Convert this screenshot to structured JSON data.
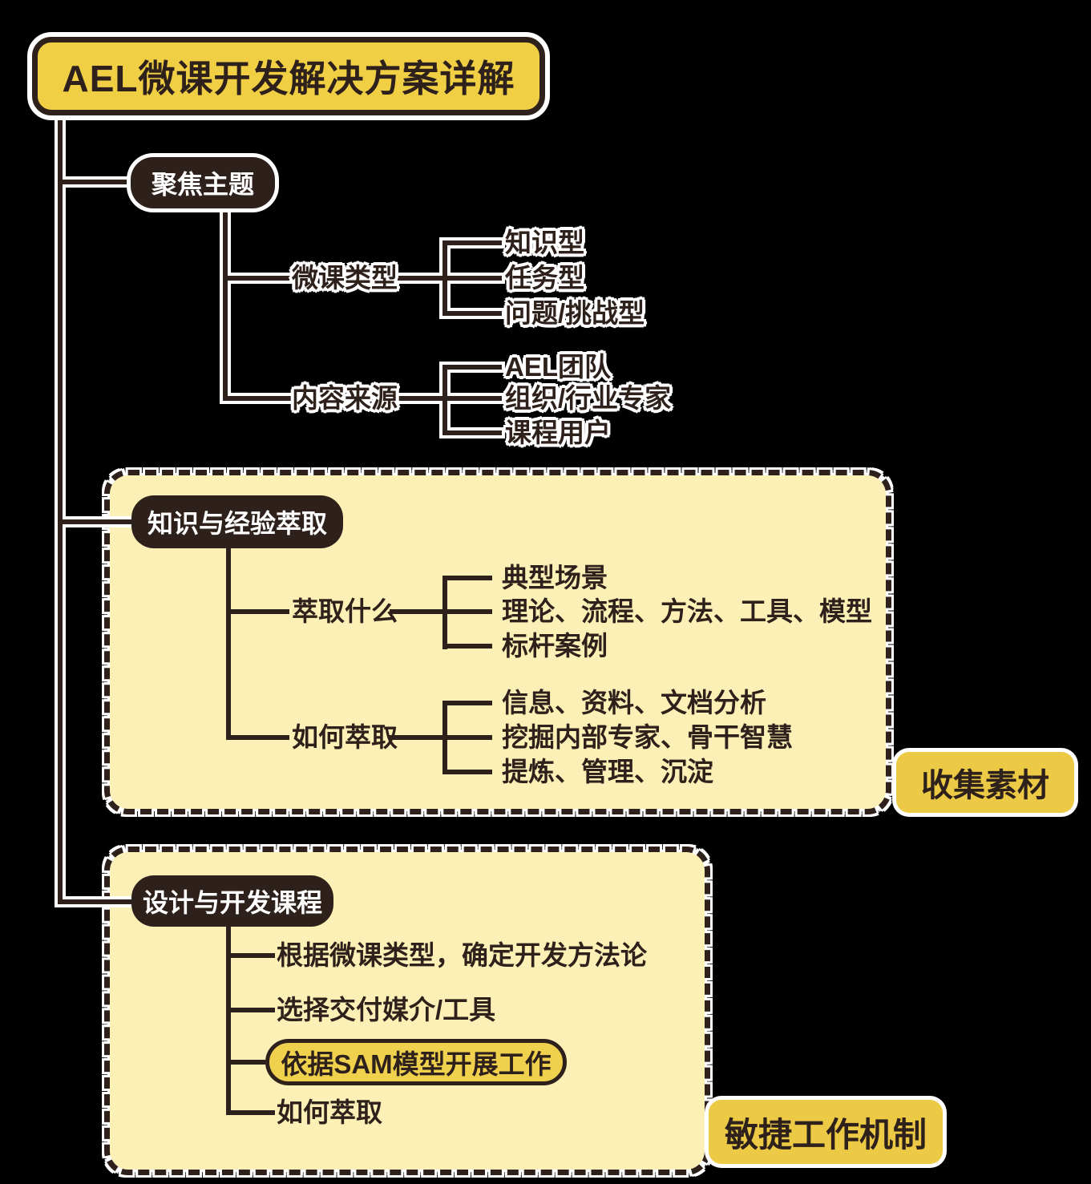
{
  "title": "AEL微课开发解决方案详解",
  "focus": {
    "label": "聚焦主题",
    "groups": [
      {
        "label": "微课类型",
        "children": [
          "知识型",
          "任务型",
          "问题/挑战型"
        ]
      },
      {
        "label": "内容来源",
        "children": [
          "AEL团队",
          "组织/行业专家",
          "课程用户"
        ]
      }
    ]
  },
  "extract": {
    "label": "知识与经验萃取",
    "tag": "收集素材",
    "groups": [
      {
        "label": "萃取什么",
        "children": [
          "典型场景",
          "理论、流程、方法、工具、模型",
          "标杆案例"
        ]
      },
      {
        "label": "如何萃取",
        "children": [
          "信息、资料、文档分析",
          "挖掘内部专家、骨干智慧",
          "提炼、管理、沉淀"
        ]
      }
    ]
  },
  "design": {
    "label": "设计与开发课程",
    "tag": "敏捷工作机制",
    "items": [
      "根据微课类型，确定开发方法论",
      "选择交付媒介/工具",
      "依据SAM模型开展工作",
      "如何萃取"
    ]
  },
  "colors": {
    "background": "#000000",
    "node_dark": "#2e211b",
    "panel_fill": "#fdf0b7",
    "highlight_yellow": "#efce45",
    "root_yellow": "#f0cf44",
    "outline_white": "#ffffff"
  }
}
